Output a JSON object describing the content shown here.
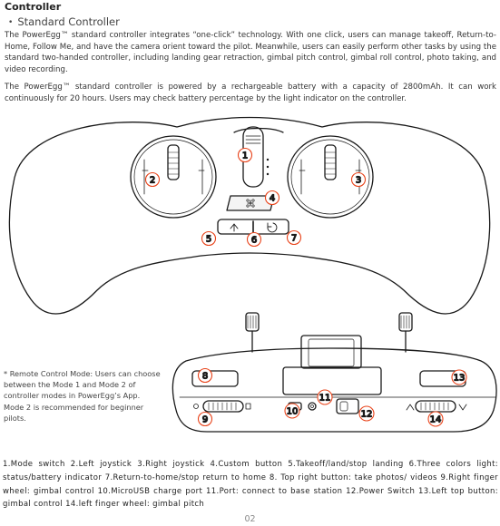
{
  "page": {
    "title": "Controller",
    "section_heading": "Standard Controller",
    "bullet": "•",
    "paragraphs": [
      "The PowerEgg™ standard controller integrates “one-click” technology. With one click, users can manage takeoff, Return-to-Home, Follow Me, and have the camera orient toward the pilot. Meanwhile, users can easily perform other tasks by using the standard two-handed controller, including landing gear retraction, gimbal pitch control, gimbal roll control, photo taking, and video recording.",
      "The PowerEgg™ standard controller is powered by a rechargeable battery with a capacity of 2800mAh. It can work continuously for 20 hours. Users may check battery percentage by the light indicator on the controller."
    ],
    "mode_note": "* Remote Control Mode: Users can choose between the Mode 1 and Mode 2 of controller modes in PowerEgg’s App. Mode 2 is recommended for beginner pilots.",
    "legend": "1.Mode switch 2.Left joystick 3.Right joystick 4.Custom button 5.Takeoff/land/stop landing 6.Three colors light: status/battery indicator 7.Return-to-home/stop return to home 8. Top right button: take photos/ videos 9.Right finger wheel: gimbal control 10.MicroUSB charge port 11.Port: connect to base station 12.Power Switch 13.Left top button: gimbal control 14.left finger wheel: gimbal pitch",
    "page_number": "02"
  },
  "callouts": [
    "1",
    "2",
    "3",
    "4",
    "5",
    "6",
    "7",
    "8",
    "9",
    "10",
    "11",
    "12",
    "13",
    "14"
  ],
  "colors": {
    "callout": "#e8431a",
    "outline": "#1a1a1a"
  }
}
